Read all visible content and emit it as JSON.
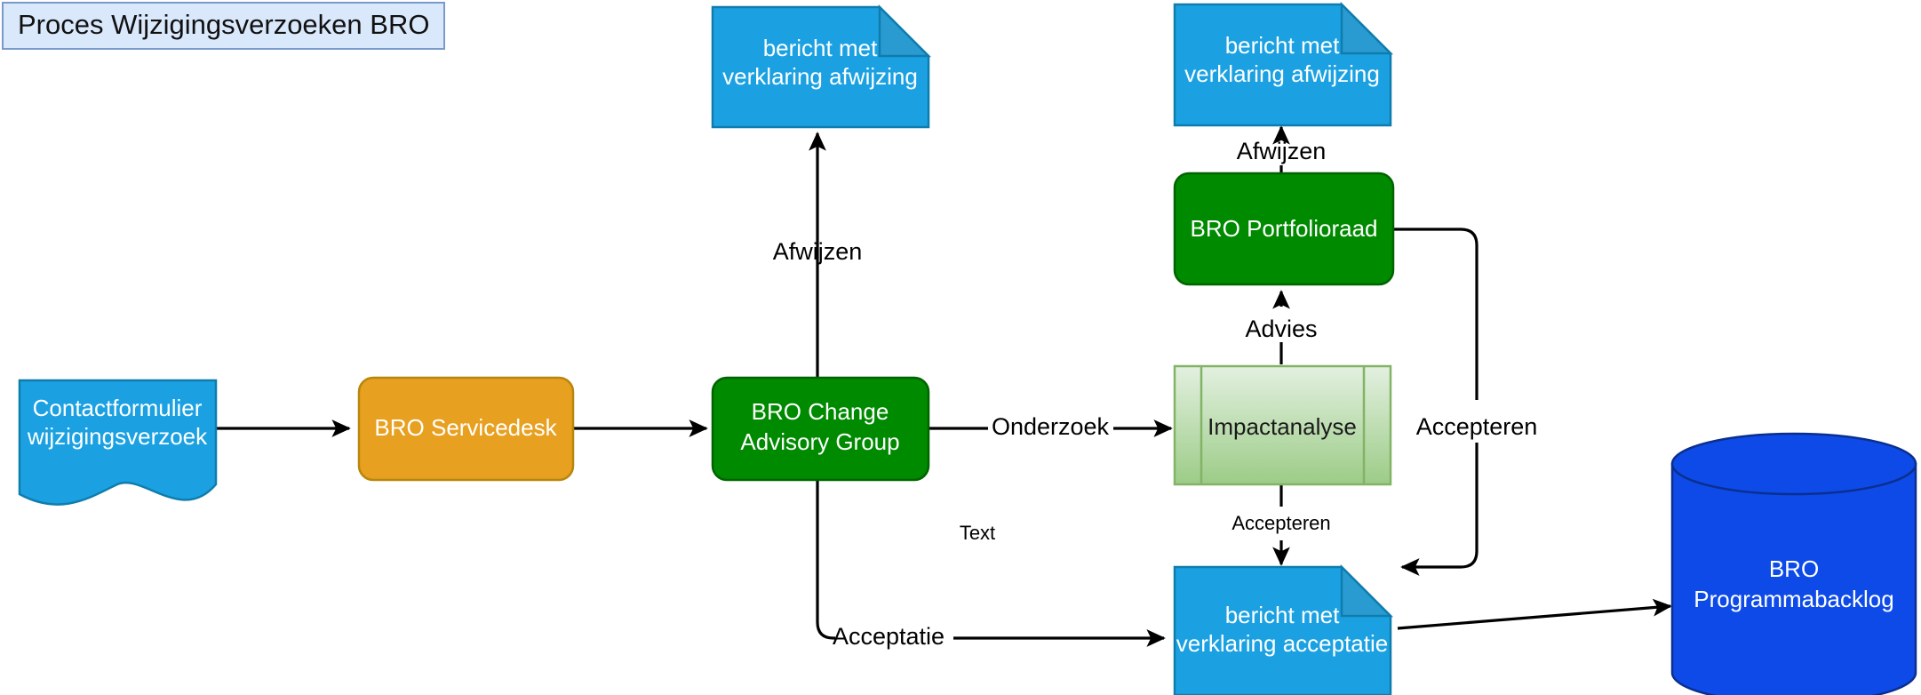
{
  "diagram": {
    "title": "Proces Wijzigingsverzoeken BRO",
    "title_fill": "#dae8fc",
    "title_stroke": "#7a9ac9",
    "background": "#ffffff"
  },
  "colors": {
    "document_blue": "#1ba1e2",
    "document_blue_stroke": "#0e7dad",
    "process_orange": "#e8a020",
    "process_orange_stroke": "#b8860b",
    "decision_green": "#008a00",
    "decision_green_stroke": "#006400",
    "subprocess_green_light": "#d5e8d4",
    "subprocess_green_stroke": "#82b366",
    "database_blue": "#0d4ae8",
    "database_blue_stroke": "#0a2f8f",
    "line": "#000000"
  },
  "nodes": [
    {
      "id": "contactformulier",
      "type": "document",
      "label_lines": [
        "Contactformulier",
        "wijzigingsverzoek"
      ],
      "fill": "#1ba1e2",
      "text_color": "#ffffff"
    },
    {
      "id": "servicedesk",
      "type": "rounded-process",
      "label_lines": [
        "BRO Servicedesk"
      ],
      "fill": "#e8a020",
      "text_color": "#ffffff"
    },
    {
      "id": "change-advisory-group",
      "type": "rounded-process",
      "label_lines": [
        "BRO Change",
        "Advisory Group"
      ],
      "fill": "#008a00",
      "text_color": "#ffffff"
    },
    {
      "id": "impactanalyse",
      "type": "predefined-process",
      "label_lines": [
        "Impactanalyse"
      ],
      "fill": "#d5e8d4",
      "text_color": "#1a1a1a"
    },
    {
      "id": "portfolioraad",
      "type": "rounded-process",
      "label_lines": [
        "BRO Portfolioraad"
      ],
      "fill": "#008a00",
      "text_color": "#ffffff"
    },
    {
      "id": "afwijzing-note-left",
      "type": "note",
      "label_lines": [
        "bericht met",
        "verklaring afwijzing"
      ],
      "fill": "#1ba1e2",
      "text_color": "#ffffff"
    },
    {
      "id": "afwijzing-note-right",
      "type": "note",
      "label_lines": [
        "bericht met",
        "verklaring afwijzing"
      ],
      "fill": "#1ba1e2",
      "text_color": "#ffffff"
    },
    {
      "id": "acceptatie-note",
      "type": "note",
      "label_lines": [
        "bericht met",
        "verklaring acceptatie"
      ],
      "fill": "#1ba1e2",
      "text_color": "#ffffff"
    },
    {
      "id": "programmabacklog",
      "type": "database",
      "label_lines": [
        "BRO",
        "Programmabacklog"
      ],
      "fill": "#0d4ae8",
      "text_color": "#ffffff"
    }
  ],
  "edge_labels": {
    "afwijzen_left": "Afwijzen",
    "afwijzen_right": "Afwijzen",
    "onderzoek": "Onderzoek",
    "advies": "Advies",
    "accepteren_impact": "Accepteren",
    "accepteren_portfolio": "Accepteren",
    "acceptatie": "Acceptatie",
    "text": "Text"
  },
  "node_text": {
    "contactformulier_l1": "Contactformulier",
    "contactformulier_l2": "wijzigingsverzoek",
    "servicedesk_l1": "BRO Servicedesk",
    "cag_l1": "BRO Change",
    "cag_l2": "Advisory Group",
    "impactanalyse_l1": "Impactanalyse",
    "portfolioraad_l1": "BRO Portfolioraad",
    "note_left_l1": "bericht met",
    "note_left_l2": "verklaring afwijzing",
    "note_right_l1": "bericht met",
    "note_right_l2": "verklaring afwijzing",
    "note_acc_l1": "bericht met",
    "note_acc_l2": "verklaring acceptatie",
    "db_l1": "BRO",
    "db_l2": "Programmabacklog"
  }
}
